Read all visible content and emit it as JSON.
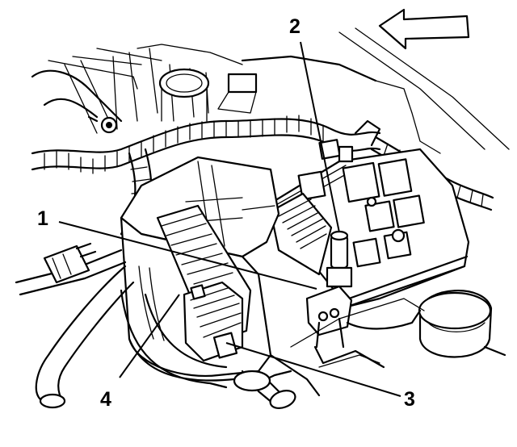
{
  "callouts": [
    {
      "id": "1",
      "label": "1"
    },
    {
      "id": "2",
      "label": "2"
    },
    {
      "id": "3",
      "label": "3"
    },
    {
      "id": "4",
      "label": "4"
    }
  ],
  "direction_arrow": {
    "points": "left",
    "icon": "arrow-left-icon"
  }
}
